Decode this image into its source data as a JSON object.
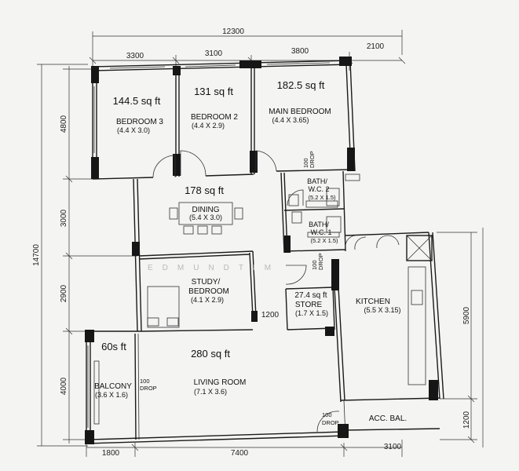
{
  "dimensions": {
    "top_total": "12300",
    "top": [
      "3300",
      "3100",
      "3800",
      "2100"
    ],
    "left_total": "14700",
    "left": [
      "4800",
      "3000",
      "2900",
      "4000"
    ],
    "right": [
      "5900",
      "1200"
    ],
    "bottom": [
      "1800",
      "7400",
      "3100"
    ],
    "living_to_store": "1200"
  },
  "rooms": {
    "bedroom3": {
      "area": "144.5 sq ft",
      "name": "BEDROOM 3",
      "size": "(4.4 X 3.0)"
    },
    "bedroom2": {
      "area": "131 sq ft",
      "name": "BEDROOM 2",
      "size": "(4.4 X 2.9)"
    },
    "main_bedroom": {
      "area": "182.5 sq ft",
      "name": "MAIN BEDROOM",
      "size": "(4.4 X 3.65)"
    },
    "bath2": {
      "name_line1": "BATH/",
      "name_line2": "W.C. 2",
      "size": "(5.2 X 1.5)"
    },
    "bath1": {
      "name_line1": "BATH/",
      "name_line2": "W.C. 1",
      "size": "(5.2 X 1.5)"
    },
    "dining": {
      "area": "178 sq ft",
      "name": "DINING",
      "size": "(5.4 X 3.0)"
    },
    "study": {
      "name_line1": "STUDY/",
      "name_line2": "BEDROOM",
      "size": "(4.1 X 2.9)"
    },
    "store": {
      "area": "27.4 sq ft",
      "name": "STORE",
      "size": "(1.7 X 1.5)"
    },
    "kitchen": {
      "name": "KITCHEN",
      "size": "(5.5 X 3.15)"
    },
    "balcony": {
      "area": "60s ft",
      "name": "BALCONY",
      "size": "(3.6 X 1.6)"
    },
    "living": {
      "area": "280 sq ft",
      "name": "LIVING ROOM",
      "size": "(7.1 X 3.6)"
    },
    "acc_bal": {
      "name": "ACC. BAL."
    }
  },
  "drops": {
    "number": "100",
    "label": "DROP"
  },
  "watermark": "EDMUNDTIM"
}
